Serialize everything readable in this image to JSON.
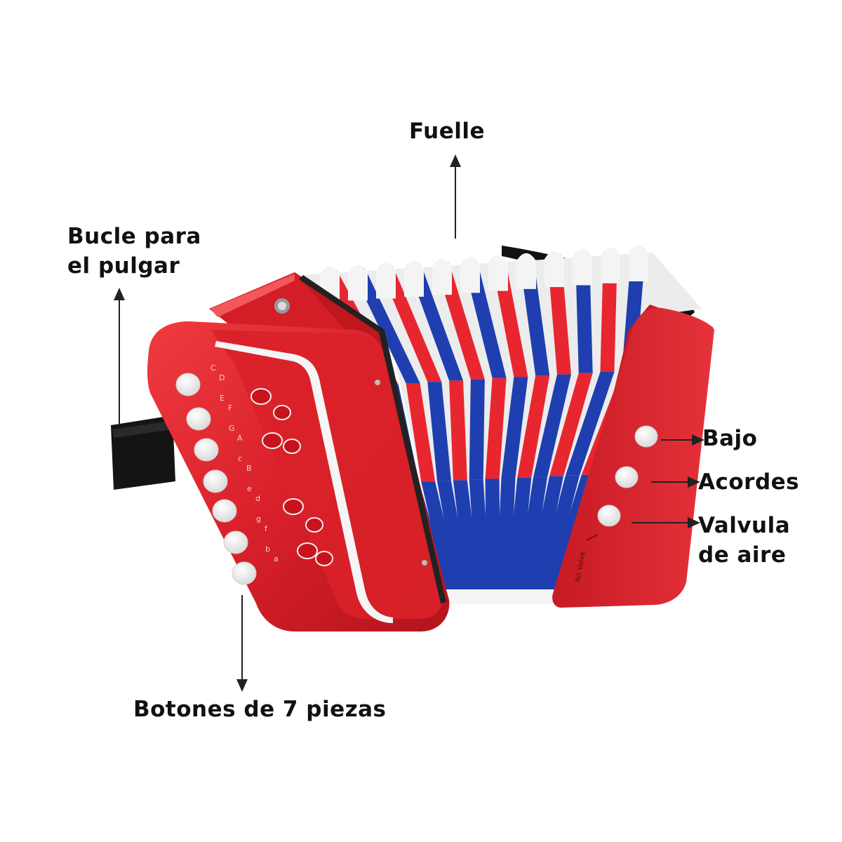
{
  "labels": {
    "fuelle": "Fuelle",
    "bucle_line1": "Bucle para",
    "bucle_line2": "el pulgar",
    "bajo": "Bajo",
    "acordes": "Acordes",
    "valvula_line1": "Valvula",
    "valvula_line2": "de aire",
    "botones": "Botones de 7 piezas"
  },
  "instrument": {
    "air_valve_text": "Air Valve",
    "note_letters": [
      "C",
      "D",
      "E",
      "F",
      "G",
      "A",
      "c",
      "B",
      "e",
      "d",
      "g",
      "f",
      "b",
      "a"
    ]
  },
  "colors": {
    "body_red": "#d9202b",
    "bellows_blue": "#1f3fb0",
    "bellows_white": "#f4f4f4",
    "label_text": "#111111"
  }
}
